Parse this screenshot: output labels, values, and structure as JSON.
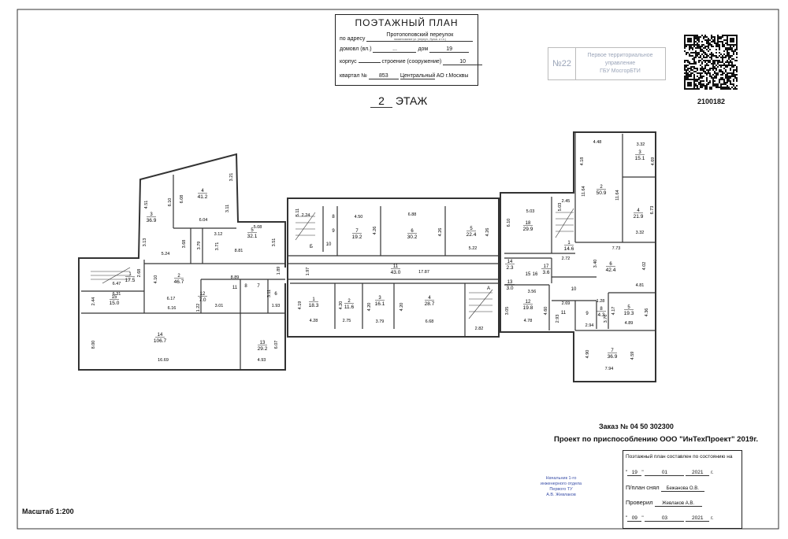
{
  "header": {
    "title": "ПОЭТАЖНЫЙ ПЛАН",
    "address_label": "по адресу",
    "address_value": "Протопоповский переулок",
    "address_caption": "наименование ул. (переул., бульв. и т.п.)",
    "domovl_label": "домовл (вл.)",
    "domovl_value": "...",
    "dom_label": "дом",
    "dom_value": "19",
    "korpus_label": "корпус",
    "korpus_value": "",
    "stroenie_label": "строение (сооружение)",
    "stroenie_value": "10",
    "kvartal_label": "квартал №",
    "kvartal_value": "853",
    "district_value": "Центральный",
    "district_suffix": "АО г.Москвы"
  },
  "floor_title": {
    "number": "2",
    "label": "ЭТАЖ"
  },
  "stamp": {
    "number": "№22",
    "line1": "Первое территориальное",
    "line2": "управление",
    "line3": "ГБУ МосгорБТИ"
  },
  "qr_code_number": "2100182",
  "plan": {
    "left_rooms": [
      {
        "num": "3",
        "area": "36.9"
      },
      {
        "num": "4",
        "area": "41.2"
      },
      {
        "num": "5",
        "area": "32.1"
      },
      {
        "num": "2",
        "area": "46.7"
      },
      {
        "num": "1",
        "area": "17.5"
      },
      {
        "num": "15",
        "area": "15.0"
      },
      {
        "num": "14",
        "area": "106.7"
      },
      {
        "num": "13",
        "area": "29.2"
      },
      {
        "num": "12",
        "area": "7.0"
      },
      {
        "num": "11",
        "area": ""
      },
      {
        "num": "8",
        "area": ""
      },
      {
        "num": "7",
        "area": ""
      },
      {
        "num": "6",
        "area": ""
      }
    ],
    "left_dims": [
      "4.51",
      "6.10",
      "6.08",
      "3.21",
      "3.11",
      "6.04",
      "3.13",
      "5.24",
      "3.68",
      "3.79",
      "3.12",
      "5.08",
      "3.71",
      "8.81",
      "3.51",
      "2.68",
      "4.10",
      "6.47",
      "1.89",
      "8.89",
      "6.31",
      "2.44",
      "6.17",
      "6.16",
      "1.22",
      "3.01",
      "3.11",
      "1.93",
      "8.00",
      "16.69",
      "6.07",
      "4.93"
    ],
    "middle_rooms": [
      {
        "num": "7",
        "area": "19.2"
      },
      {
        "num": "6",
        "area": "30.2"
      },
      {
        "num": "5",
        "area": "22.4"
      },
      {
        "num": "11",
        "area": "43.0"
      },
      {
        "num": "1",
        "area": "18.3"
      },
      {
        "num": "2",
        "area": "11.6"
      },
      {
        "num": "3",
        "area": "16.1"
      },
      {
        "num": "4",
        "area": "28.7"
      },
      {
        "num": "8",
        "area": ""
      },
      {
        "num": "9",
        "area": ""
      },
      {
        "num": "10",
        "area": ""
      },
      {
        "num": "Б",
        "area": ""
      },
      {
        "num": "А",
        "area": ""
      }
    ],
    "middle_dims": [
      "5.11",
      "2.24",
      "4.50",
      "4.26",
      "6.88",
      "4.26",
      "4.26",
      "5.22",
      "1.97",
      "17.87",
      "4.19",
      "4.20",
      "4.20",
      "4.20",
      "4.28",
      "2.75",
      "3.79",
      "6.68",
      "2.82"
    ],
    "right_rooms": [
      {
        "num": "2",
        "area": "50.9"
      },
      {
        "num": "3",
        "area": "15.1"
      },
      {
        "num": "4",
        "area": "21.9"
      },
      {
        "num": "18",
        "area": "29.9"
      },
      {
        "num": "1",
        "area": "14.6"
      },
      {
        "num": "6",
        "area": "42.4"
      },
      {
        "num": "17",
        "area": "3.6"
      },
      {
        "num": "14",
        "area": "2.3"
      },
      {
        "num": "15",
        "area": ""
      },
      {
        "num": "16",
        "area": ""
      },
      {
        "num": "13",
        "area": "3.0"
      },
      {
        "num": "10",
        "area": ""
      },
      {
        "num": "12",
        "area": "19.8"
      },
      {
        "num": "11",
        "area": ""
      },
      {
        "num": "9",
        "area": ""
      },
      {
        "num": "8",
        "area": "4.3"
      },
      {
        "num": "5",
        "area": "19.3"
      },
      {
        "num": "7",
        "area": "36.9"
      }
    ],
    "right_dims": [
      "4.48",
      "4.18",
      "3.32",
      "4.69",
      "11.64",
      "11.64",
      "5.03",
      "2.45",
      "6.73",
      "5.03",
      "6.10",
      "3.32",
      "7.73",
      "2.72",
      "3.40",
      "4.02",
      "3.56",
      "4.81",
      "1.28",
      "2.69",
      "3.05",
      "4.60",
      "2.93",
      "4.17",
      "4.36",
      "3.76",
      "2.94",
      "4.89",
      "4.78",
      "4.90",
      "4.59",
      "7.94"
    ]
  },
  "order": "Заказ № 04 50 302300",
  "project": "Проект по  приспособлению  ООО \"ИнТехПроект\" 2019г.",
  "status_box": {
    "title": "Поэтажный план составлен по состоянию на",
    "day1": "19",
    "month1": "01",
    "year1": "2021",
    "year_suffix1": "г.",
    "surveyed_label": "П/план снял",
    "surveyed_by": "Бежанова О.В.",
    "checked_label": "Проверил",
    "checked_by": "Жевлаков А.В.",
    "day2": "09",
    "month2": "03",
    "year2": "2021",
    "year_suffix2": "г."
  },
  "blue_stamp": {
    "line1": "Начальник 1-го",
    "line2": "инженерного отдела",
    "line3": "Первого ТУ",
    "line4": "А.В. Жевлаков"
  },
  "scale": "Масштаб 1:200"
}
